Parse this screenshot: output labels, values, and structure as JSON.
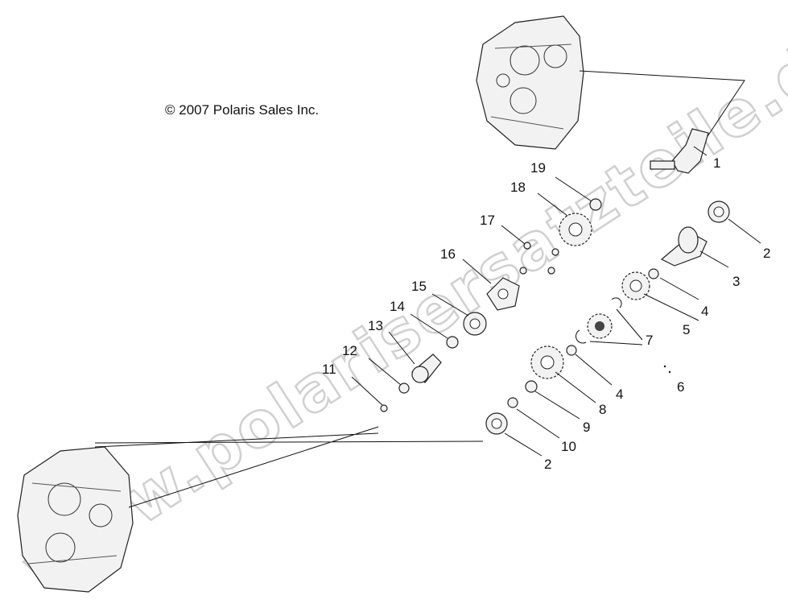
{
  "copyright": "© 2007 Polaris Sales Inc.",
  "watermark": "www.polarisersatzteile.de",
  "callouts": [
    {
      "id": "1",
      "label": "1"
    },
    {
      "id": "2a",
      "label": "2"
    },
    {
      "id": "2b",
      "label": "2"
    },
    {
      "id": "3",
      "label": "3"
    },
    {
      "id": "4a",
      "label": "4"
    },
    {
      "id": "4b",
      "label": "4"
    },
    {
      "id": "5",
      "label": "5"
    },
    {
      "id": "6",
      "label": "6"
    },
    {
      "id": "7",
      "label": "7"
    },
    {
      "id": "8",
      "label": "8"
    },
    {
      "id": "9",
      "label": "9"
    },
    {
      "id": "10",
      "label": "10"
    },
    {
      "id": "11",
      "label": "11"
    },
    {
      "id": "12",
      "label": "12"
    },
    {
      "id": "13",
      "label": "13"
    },
    {
      "id": "14",
      "label": "14"
    },
    {
      "id": "15",
      "label": "15"
    },
    {
      "id": "16",
      "label": "16"
    },
    {
      "id": "17",
      "label": "17"
    },
    {
      "id": "18",
      "label": "18"
    },
    {
      "id": "19",
      "label": "19"
    }
  ]
}
